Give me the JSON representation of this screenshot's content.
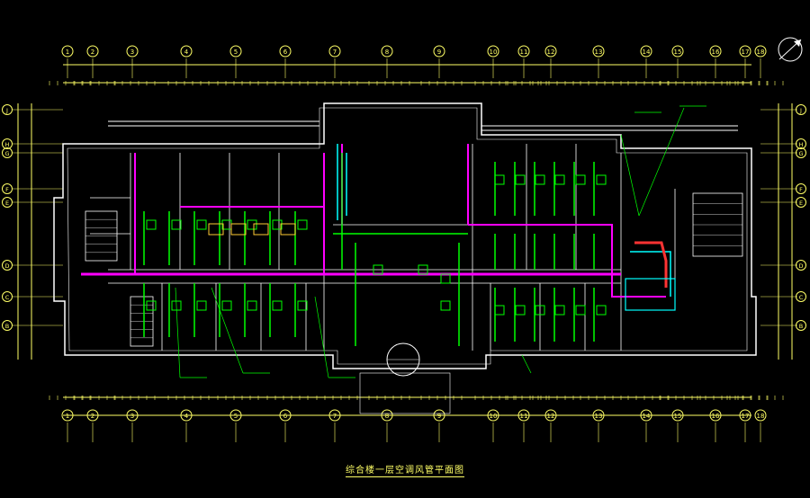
{
  "drawing": {
    "title": "综合楼一层空调风管平面图",
    "column_axes": [
      "1",
      "2",
      "3",
      "4",
      "5",
      "6",
      "7",
      "8",
      "9",
      "10",
      "11",
      "12",
      "13",
      "14",
      "15",
      "16",
      "17",
      "18"
    ],
    "row_axes": [
      "J",
      "H",
      "G",
      "F",
      "E",
      "D",
      "C",
      "B"
    ],
    "colors": {
      "background": "#000000",
      "wall": "#ffffff",
      "grid": "#ffff66",
      "duct_supply": "#00ff00",
      "duct_main": "#ff00ff",
      "duct_return": "#00ffff",
      "duct_red": "#ff3333",
      "text": "#ffffff"
    },
    "icons": [
      "north-arrow-icon"
    ]
  }
}
